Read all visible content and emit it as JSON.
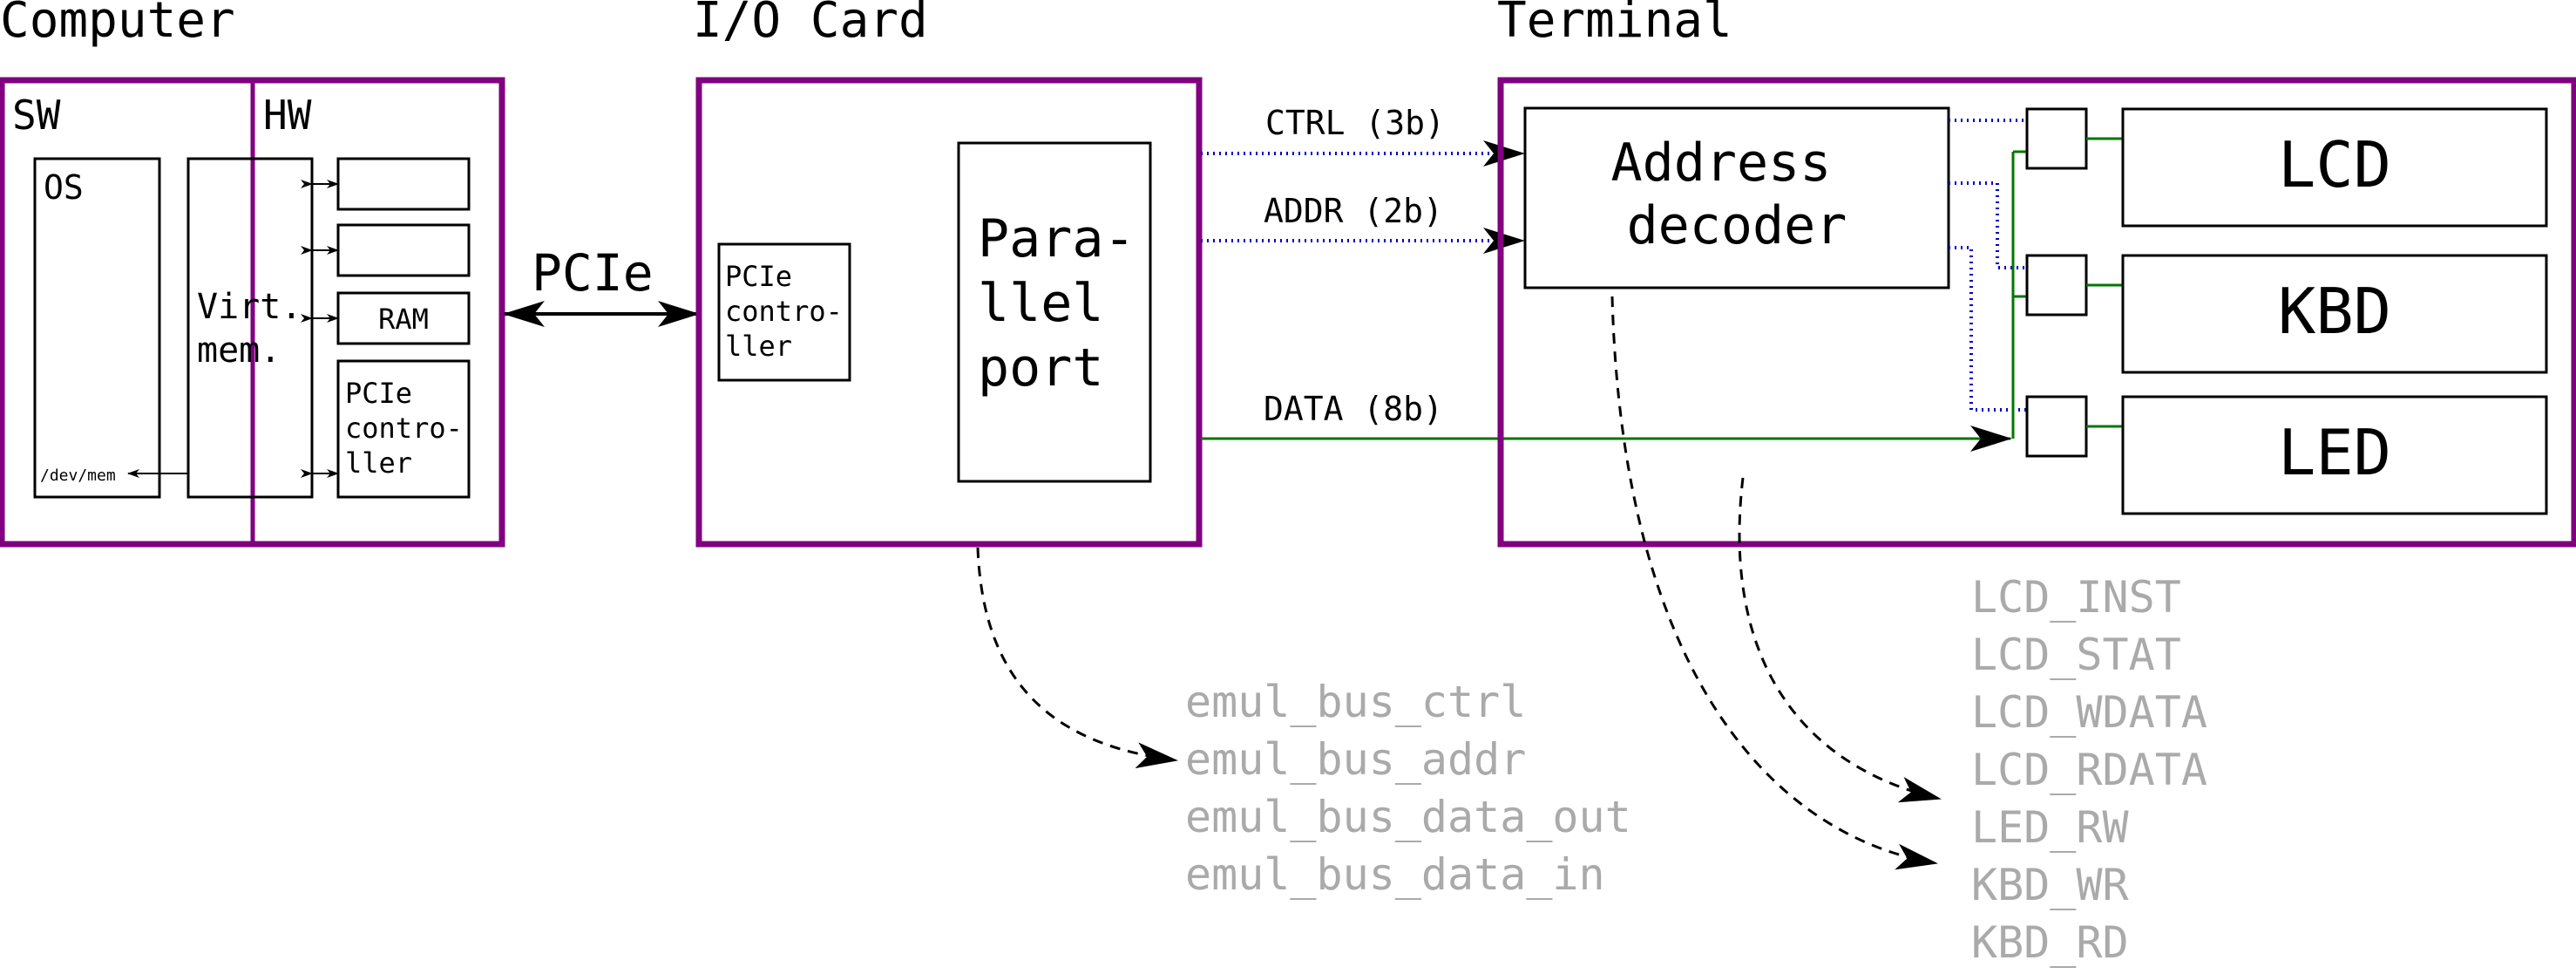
{
  "colors": {
    "frame": "#800080",
    "blue_bus": "#0000cc",
    "green_bus": "#007700",
    "register_text": "#aaaaaa",
    "ink": "#000000"
  },
  "computer": {
    "title": "Computer",
    "sw_label": "SW",
    "hw_label": "HW",
    "os_label": "OS",
    "devmem_label": "/dev/mem",
    "virt_mem_lines": [
      "Virt.",
      "mem."
    ],
    "ram_label": "RAM",
    "pcie_ctrl_lines": [
      "PCIe",
      "contro-",
      "ller"
    ]
  },
  "link_label": "PCIe",
  "io_card": {
    "title": "I/O Card",
    "pcie_ctrl_lines": [
      "PCIe",
      "contro-",
      "ller"
    ],
    "parallel_port_lines": [
      "Para-",
      "llel",
      "port"
    ]
  },
  "buses": {
    "ctrl": "CTRL (3b)",
    "addr": "ADDR (2b)",
    "data": "DATA (8b)"
  },
  "terminal": {
    "title": "Terminal",
    "decoder_lines": [
      "Address",
      "decoder"
    ],
    "devices": [
      "LCD",
      "KBD",
      "LED"
    ]
  },
  "emul_registers": [
    "emul_bus_ctrl",
    "emul_bus_addr",
    "emul_bus_data_out",
    "emul_bus_data_in"
  ],
  "terminal_registers": [
    "LCD_INST",
    "LCD_STAT",
    "LCD_WDATA",
    "LCD_RDATA",
    "LED_RW",
    "KBD_WR",
    "KBD_RD"
  ]
}
